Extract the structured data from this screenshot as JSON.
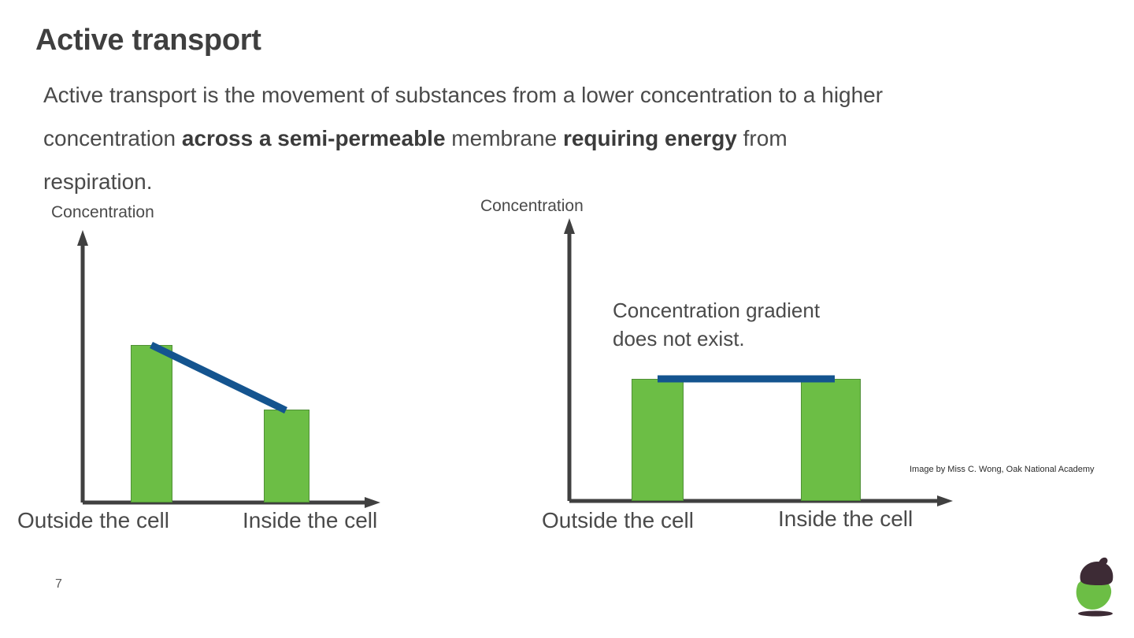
{
  "slide": {
    "title": "Active transport",
    "page_number": "7",
    "credit": "Image by Miss C. Wong, Oak National Academy",
    "logo_icon": "acorn-logo-icon"
  },
  "body": {
    "segments": [
      {
        "text": "Active transport is the movement of substances from a lower concentration to a higher concentration ",
        "bold": false
      },
      {
        "text": "across a semi-permeable",
        "bold": true
      },
      {
        "text": " membrane ",
        "bold": false
      },
      {
        "text": "requiring energy",
        "bold": true
      },
      {
        "text": " from respiration.",
        "bold": false
      }
    ]
  },
  "colors": {
    "bar_fill": "#6cbe45",
    "bar_stroke": "#4f8f36",
    "gradient_line": "#14548f",
    "axis": "#404040",
    "text": "#4a4a4a",
    "logo_green": "#6cbe45",
    "logo_dark": "#3d2b35"
  },
  "chart_data": [
    {
      "id": "left-chart",
      "type": "bar",
      "title": "",
      "ylabel": "Concentration",
      "xlabel": "",
      "categories": [
        "Outside the cell",
        "Inside the cell"
      ],
      "values": [
        100,
        59
      ],
      "ylim": [
        0,
        170
      ],
      "grid": false,
      "legend": null,
      "annotations": [],
      "overlay": {
        "type": "line",
        "name": "concentration-gradient-line",
        "description": "sloping line from top of outside bar down to top of inside bar",
        "points": [
          [
            100,
            100
          ],
          [
            59,
            59
          ]
        ]
      }
    },
    {
      "id": "right-chart",
      "type": "bar",
      "title": "",
      "ylabel": "Concentration",
      "xlabel": "",
      "categories": [
        "Outside the cell",
        "Inside the cell"
      ],
      "values": [
        100,
        100
      ],
      "ylim": [
        0,
        170
      ],
      "grid": false,
      "legend": null,
      "annotations": [
        "Concentration gradient\ndoes not exist."
      ],
      "overlay": {
        "type": "line",
        "name": "equal-concentration-line",
        "description": "flat horizontal line joining the tops of the two equal bars",
        "points": [
          [
            100,
            100
          ],
          [
            100,
            100
          ]
        ]
      }
    }
  ]
}
